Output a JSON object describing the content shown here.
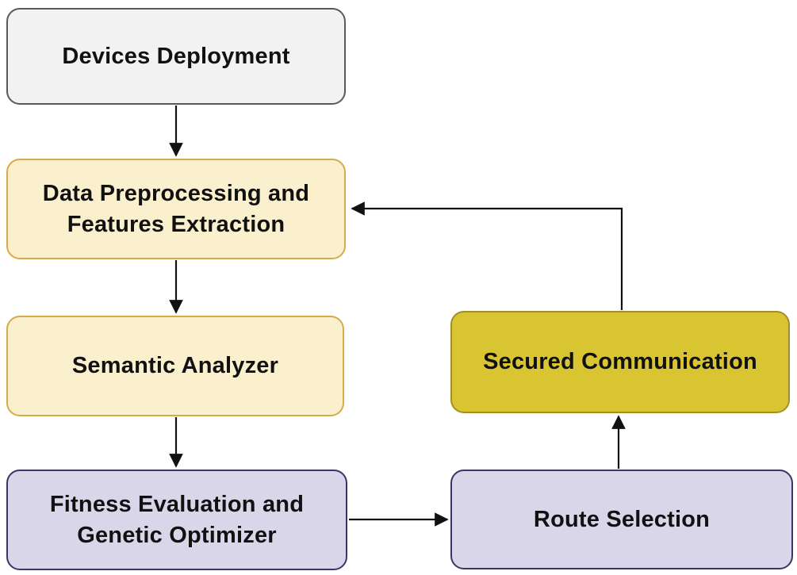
{
  "figure": {
    "type": "flowchart",
    "background_color": "#ffffff",
    "line_color": "#111111",
    "text_color": "#111111",
    "nodes": [
      {
        "id": "devices-deployment",
        "label": "Devices Deployment",
        "fill": "#f2f2f3",
        "border": "#595959"
      },
      {
        "id": "data-preprocessing",
        "label": "Data Preprocessing and Features Extraction",
        "fill": "#fbf0cd",
        "border": "#d4ac49"
      },
      {
        "id": "semantic-analyzer",
        "label": "Semantic Analyzer",
        "fill": "#fbf0cd",
        "border": "#d4ac49"
      },
      {
        "id": "fitness-evaluation",
        "label": "Fitness Evaluation and Genetic Optimizer",
        "fill": "#d9d6e9",
        "border": "#3a3566"
      },
      {
        "id": "route-selection",
        "label": "Route Selection",
        "fill": "#d9d6e9",
        "border": "#3a3566"
      },
      {
        "id": "secured-communication",
        "label": "Secured Communication",
        "fill": "#d9c431",
        "border": "#a38f29"
      }
    ],
    "edges": [
      {
        "from": "devices-deployment",
        "to": "data-preprocessing",
        "style": "straight-down"
      },
      {
        "from": "data-preprocessing",
        "to": "semantic-analyzer",
        "style": "straight-down"
      },
      {
        "from": "semantic-analyzer",
        "to": "fitness-evaluation",
        "style": "straight-down"
      },
      {
        "from": "fitness-evaluation",
        "to": "route-selection",
        "style": "straight-right"
      },
      {
        "from": "route-selection",
        "to": "secured-communication",
        "style": "straight-up"
      },
      {
        "from": "secured-communication",
        "to": "data-preprocessing",
        "style": "elbow-up-left"
      }
    ]
  }
}
